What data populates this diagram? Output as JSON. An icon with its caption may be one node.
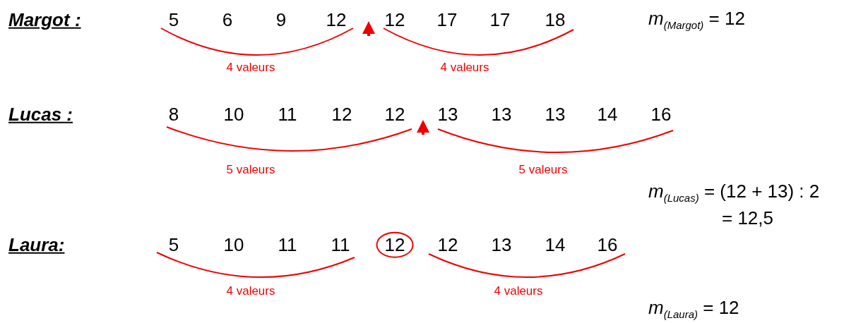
{
  "diagram": {
    "nodes": [
      {
        "text": [
          "12"
        ]
      }
    ],
    "edges": [],
    "labels": [
      "Margot :",
      "5",
      "6",
      "9",
      "12",
      "12",
      "17",
      "17",
      "18",
      "*m*$_{(Margot)}$ = 12",
      "4 valeurs",
      "4 valeurs",
      "Lucas :",
      "8",
      "10",
      "11",
      "12",
      "12",
      "13",
      "13",
      "13",
      "14",
      "16",
      "5 valeurs",
      "5 valeurs",
      "*m*$_{(Lucas)}$ = (12 + 13) : 2",
      "= 12,5",
      "Laura:",
      "5",
      "10",
      "11",
      "11",
      "12",
      "13",
      "14",
      "16",
      "4 valeurs",
      "4 valeurs",
      "*m*$_{(Laura)}$ = 12"
    ]
  }
}
